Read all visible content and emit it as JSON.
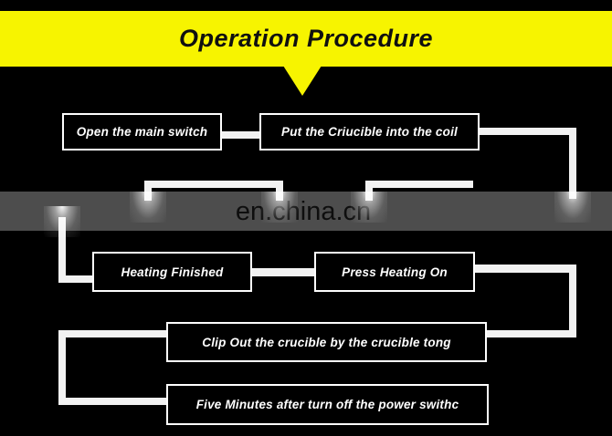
{
  "banner": {
    "title": "Operation Procedure",
    "background_color": "#f7f400",
    "text_color": "#101010",
    "arrow_icon": "down-triangle-icon"
  },
  "canvas": {
    "background_color": "#000000",
    "line_color": "#f2f2f2",
    "box_border_color": "#ffffff",
    "box_text_color": "#ffffff"
  },
  "watermark": {
    "text": "en.china.cn"
  },
  "flowchart": {
    "type": "process-flow",
    "steps": [
      {
        "id": "step-1",
        "order": "1",
        "label": "Open the main switch"
      },
      {
        "id": "step-2",
        "order": "2",
        "label": "Put the Criucible into the coil"
      },
      {
        "id": "step-3",
        "order": "3",
        "label": "Press Heating On"
      },
      {
        "id": "step-4",
        "order": "4",
        "label": "Heating Finished"
      },
      {
        "id": "step-5",
        "order": "5",
        "label": "Clip Out the crucible by the crucible tong"
      },
      {
        "id": "step-6",
        "order": "6",
        "label": "Five Minutes after turn off the power swithc"
      }
    ],
    "connections": [
      {
        "from": "step-1",
        "to": "step-2"
      },
      {
        "from": "step-2",
        "to": "step-3"
      },
      {
        "from": "step-3",
        "to": "step-4"
      },
      {
        "from": "step-4",
        "to": "step-5"
      },
      {
        "from": "step-5",
        "to": "step-6"
      }
    ]
  }
}
